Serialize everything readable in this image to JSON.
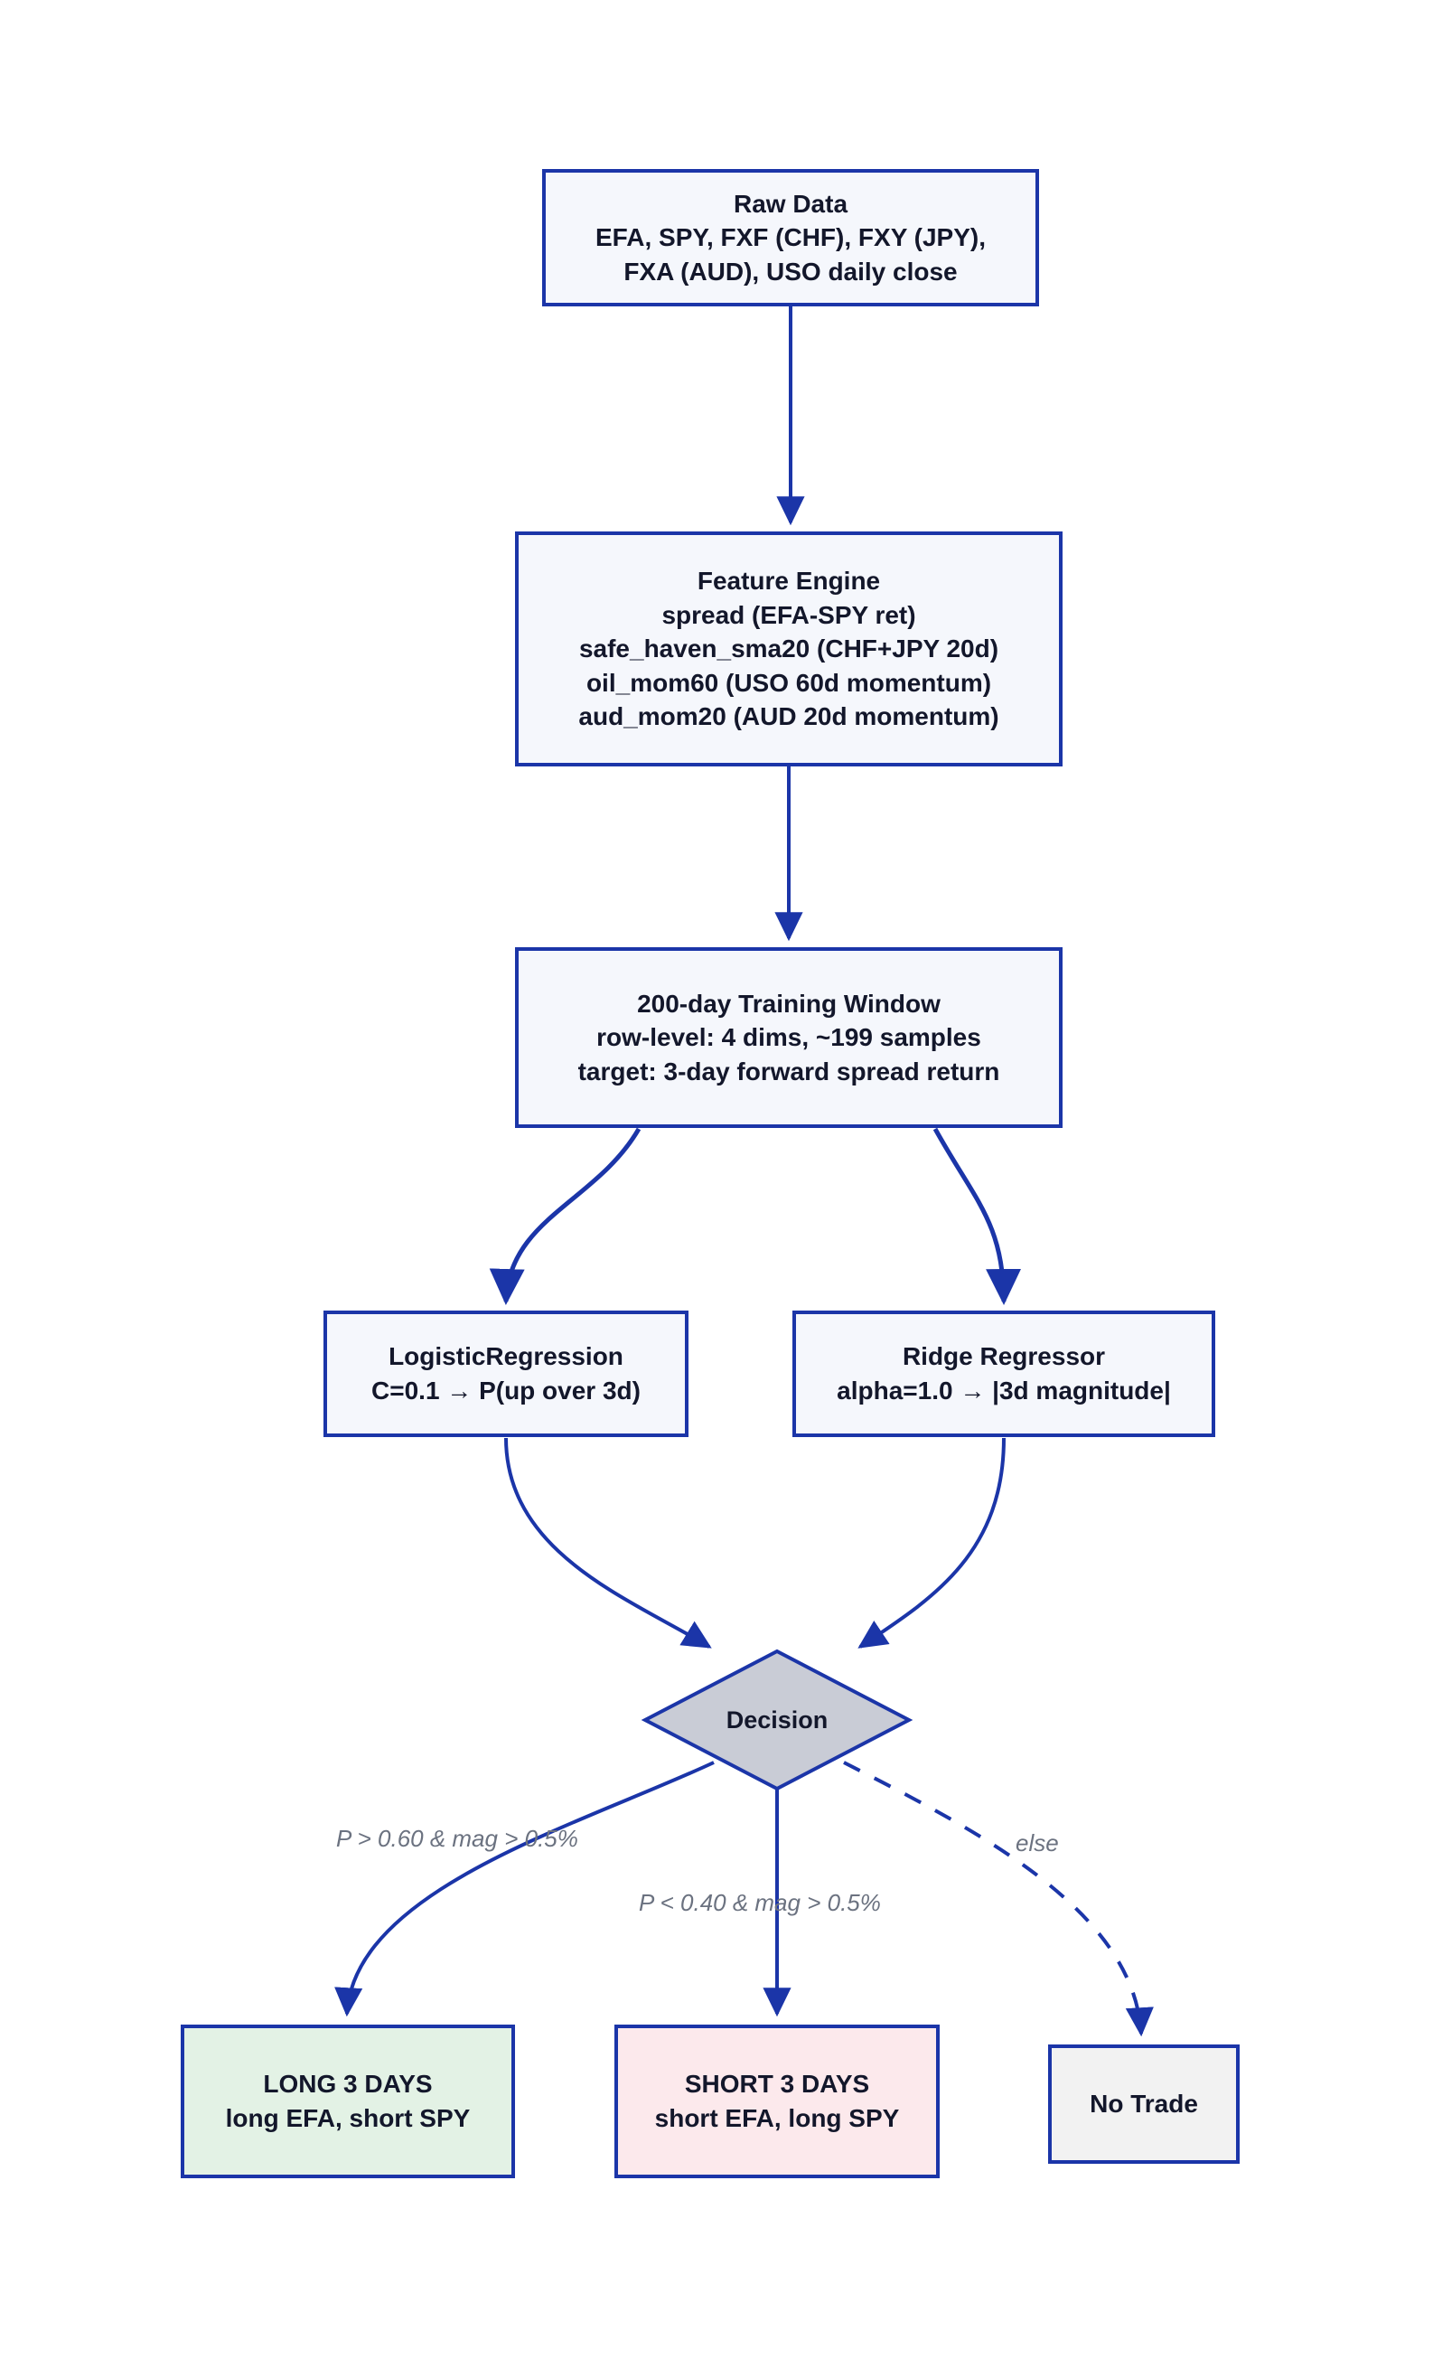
{
  "diagram": {
    "title": "EFA-SPY Spread Trading Model Pipeline",
    "colors": {
      "edge": "#1b35a8",
      "node_border": "#1b35a8",
      "node_fill": "#f5f7fc",
      "decision_fill": "#c9ccd6",
      "long_fill": "#e3f2e5",
      "short_fill": "#fce9ec",
      "notrade_fill": "#f2f2f2",
      "label_text": "#6b7280",
      "node_text": "#13172b"
    }
  },
  "nodes": {
    "raw_data": {
      "id": "raw-data",
      "lines": [
        "Raw Data",
        "EFA, SPY, FXF (CHF), FXY (JPY),",
        "FXA (AUD), USO daily close"
      ]
    },
    "feature_engine": {
      "id": "feature-engine",
      "lines": [
        "Feature Engine",
        "spread (EFA-SPY ret)",
        "safe_haven_sma20 (CHF+JPY 20d)",
        "oil_mom60 (USO 60d momentum)",
        "aud_mom20 (AUD 20d momentum)"
      ]
    },
    "training_window": {
      "id": "training-window",
      "lines": [
        "200-day Training Window",
        "row-level: 4 dims, ~199 samples",
        "target: 3-day forward spread return"
      ]
    },
    "logistic_regression": {
      "id": "logistic-regression",
      "lines": [
        "LogisticRegression",
        "C=0.1 → P(up over 3d)"
      ]
    },
    "ridge_regressor": {
      "id": "ridge-regressor",
      "lines": [
        "Ridge Regressor",
        "alpha=1.0 → |3d magnitude|"
      ]
    },
    "decision": {
      "id": "decision",
      "label": "Decision"
    },
    "long_trade": {
      "id": "long-trade",
      "lines": [
        "LONG 3 DAYS",
        "long EFA, short SPY"
      ]
    },
    "short_trade": {
      "id": "short-trade",
      "lines": [
        "SHORT 3 DAYS",
        "short EFA, long SPY"
      ]
    },
    "no_trade": {
      "id": "no-trade",
      "lines": [
        "No Trade"
      ]
    }
  },
  "edge_labels": {
    "to_long": "P > 0.60 & mag > 0.5%",
    "to_short": "P < 0.40 & mag > 0.5%",
    "to_no_trade": "else"
  }
}
